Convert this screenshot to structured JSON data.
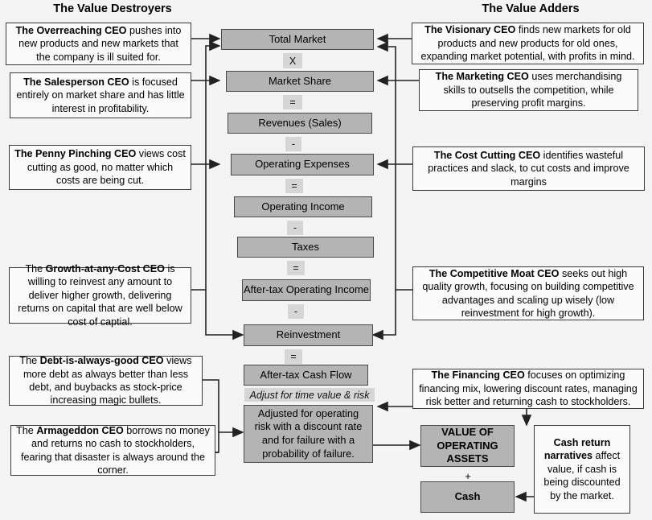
{
  "headers": {
    "left": "The Value Destroyers",
    "right": "The Value Adders"
  },
  "colors": {
    "background": "#f4f4f4",
    "chain_box_fill": "#b4b4b4",
    "chain_box_border": "#4a4a4a",
    "note_fill": "#fbfbfb",
    "note_border": "#3a3a3a",
    "operator_chip_fill": "#d6d6d6",
    "arrow": "#222222"
  },
  "chain": {
    "boxes": [
      {
        "id": "total-market",
        "label": "Total Market"
      },
      {
        "id": "market-share",
        "label": "Market Share"
      },
      {
        "id": "revenues-sales",
        "label": "Revenues (Sales)"
      },
      {
        "id": "operating-expenses",
        "label": "Operating Expenses"
      },
      {
        "id": "operating-income",
        "label": "Operating Income"
      },
      {
        "id": "taxes",
        "label": "Taxes"
      },
      {
        "id": "after-tax-operating-income",
        "label": "After-tax Operating Income"
      },
      {
        "id": "reinvestment",
        "label": "Reinvestment"
      },
      {
        "id": "after-tax-cash-flow",
        "label": "After-tax Cash Flow"
      },
      {
        "id": "adjusted-for-risk",
        "label": "Adjusted for operating risk with a discount rate and for failure with a probability of failure."
      }
    ],
    "operators": [
      {
        "id": "times",
        "label": "X"
      },
      {
        "id": "equals-1",
        "label": "="
      },
      {
        "id": "minus-1",
        "label": "-"
      },
      {
        "id": "equals-2",
        "label": "="
      },
      {
        "id": "minus-2",
        "label": "-"
      },
      {
        "id": "equals-3",
        "label": "="
      },
      {
        "id": "minus-3",
        "label": "-"
      },
      {
        "id": "equals-4",
        "label": "="
      },
      {
        "id": "adjust-note",
        "label": "Adjust for time value & risk"
      }
    ]
  },
  "outcome": {
    "value_of_operating_assets": "VALUE OF OPERATING ASSETS",
    "plus": "+",
    "cash": "Cash"
  },
  "destroyers": [
    {
      "id": "overreaching-ceo",
      "bold": "The Overreaching CEO",
      "rest": " pushes into new products and new markets that the company is ill suited for.",
      "lead": ""
    },
    {
      "id": "salesperson-ceo",
      "bold": "The Salesperson CEO",
      "rest": " is focused entirely on market share and has little interest in profitability.",
      "lead": ""
    },
    {
      "id": "penny-pinching-ceo",
      "bold": "The Penny Pinching CEO",
      "rest": " views cost cutting as good, no matter which costs are being cut.",
      "lead": ""
    },
    {
      "id": "growth-at-any-cost-ceo",
      "lead": "The ",
      "bold": "Growth-at-any-Cost CEO",
      "rest": " is willing to reinvest any amount to deliver higher growth, delivering returns on capital that are well below cost of captial."
    },
    {
      "id": "debt-is-always-good-ceo",
      "lead": "The ",
      "bold": "Debt-is-always-good CEO",
      "rest": " views more debt as always better than less debt, and buybacks as stock-price increasing magic bullets."
    },
    {
      "id": "armageddon-ceo",
      "lead": "The ",
      "bold": "Armageddon CEO",
      "rest": " borrows no money and returns no cash to stockholders, fearing that disaster is always around the corner."
    }
  ],
  "adders": [
    {
      "id": "visionary-ceo",
      "lead": "",
      "bold": "The Visionary CEO",
      "rest": " finds new markets for old products and new products for old ones, expanding market potential, with profits in mind."
    },
    {
      "id": "marketing-ceo",
      "lead": "",
      "bold": "The Marketing CEO",
      "rest": " uses merchandising skills to outsells the competition, while preserving profit margins."
    },
    {
      "id": "cost-cutting-ceo",
      "lead": "",
      "bold": "The Cost Cutting CEO",
      "rest": " identifies wasteful practices and slack, to cut costs and improve margins"
    },
    {
      "id": "competitive-moat-ceo",
      "lead": "",
      "bold": "The Competitive Moat CEO",
      "rest": " seeks out high quality growth, focusing on building competitive advantages and scaling up wisely (low reinvestment for high growth)."
    },
    {
      "id": "financing-ceo",
      "lead": "",
      "bold": "The Financing CEO",
      "rest": " focuses on optimizing financing mix, lowering discount rates, managing risk better and returning cash to stockholders."
    },
    {
      "id": "cash-return-narratives",
      "lead": "",
      "bold": "Cash return narratives",
      "rest": " affect value, if cash is being discounted by the market."
    }
  ]
}
